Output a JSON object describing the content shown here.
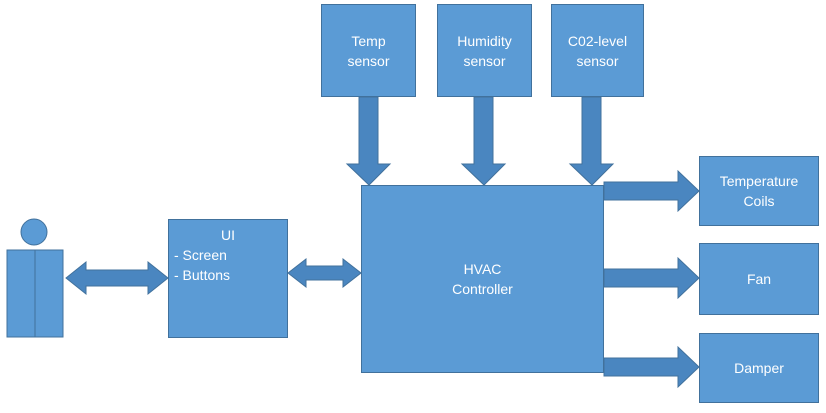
{
  "colors": {
    "box_fill": "#5b9bd5",
    "box_border": "#41719c",
    "arrow_fill": "#4a86c0",
    "arrow_border": "#41719c",
    "user_fill": "#5b9bd5",
    "label": "#ffffff"
  },
  "sensors": {
    "temp": {
      "line1": "Temp",
      "line2": "sensor"
    },
    "humidity": {
      "line1": "Humidity",
      "line2": "sensor"
    },
    "co2": {
      "line1": "C02-level",
      "line2": "sensor"
    }
  },
  "ui_box": {
    "title": "UI",
    "items": [
      "- Screen",
      "- Buttons"
    ]
  },
  "controller": {
    "line1": "HVAC",
    "line2": "Controller"
  },
  "outputs": {
    "coils": {
      "line1": "Temperature",
      "line2": "Coils"
    },
    "fan": {
      "label": "Fan"
    },
    "damper": {
      "label": "Damper"
    }
  },
  "icons": {
    "user": "person-icon"
  }
}
